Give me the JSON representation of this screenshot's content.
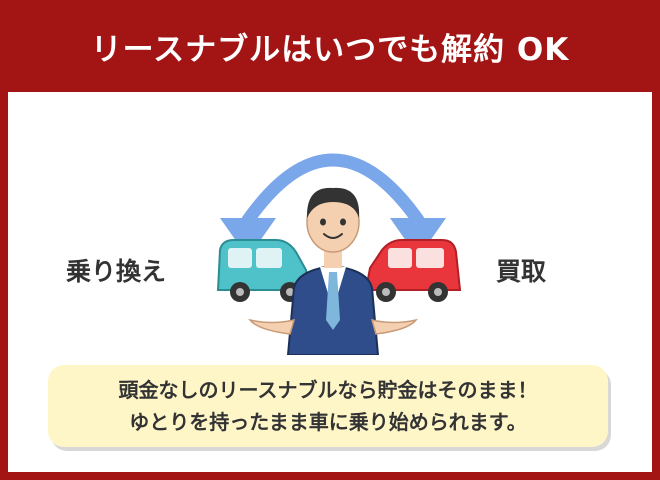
{
  "header": {
    "title": "リースナブルはいつでも解約 OK"
  },
  "labels": {
    "left": "乗り換え",
    "right": "買取"
  },
  "callout": {
    "line1": "頭金なしのリースナブルなら貯金はそのまま！",
    "line2": "ゆとりを持ったまま車に乗り始められます。"
  },
  "colors": {
    "frame": "#a31515",
    "arrow": "#7aa6ea",
    "car_left": "#4fc1c8",
    "car_right": "#e8363c",
    "suit": "#2f4d8a",
    "callout_bg": "#fff6c8"
  },
  "icons": [
    "circular-arrow-icon",
    "teal-car-icon",
    "red-car-icon",
    "businessman-icon"
  ]
}
